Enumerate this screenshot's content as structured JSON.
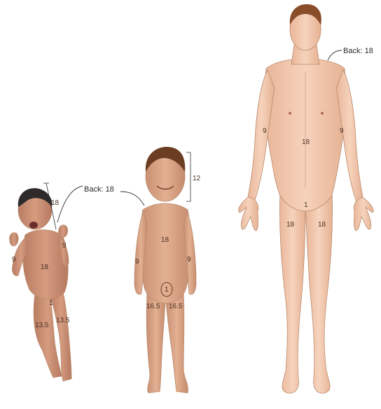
{
  "figures": {
    "infant": {
      "head": "18",
      "trunk_front": "18",
      "left_arm": "9",
      "right_arm": "9",
      "genitals": "1",
      "left_leg": "13.5",
      "right_leg": "13.5",
      "back_label": "Back: 18"
    },
    "child": {
      "head": "12",
      "trunk_front": "18",
      "left_arm": "9",
      "right_arm": "9",
      "genitals": "1",
      "left_leg": "16.5",
      "right_leg": "16.5"
    },
    "adult": {
      "back_label": "Back: 18",
      "trunk_front": "18",
      "left_arm": "9",
      "right_arm": "9",
      "genitals": "1",
      "left_leg": "18",
      "right_leg": "18"
    }
  },
  "colors": {
    "adult_skin": "#f2c8ad",
    "child_skin": "#d9a587",
    "infant_skin": "#c98f73",
    "hair_adult": "#8a4d2a",
    "hair_child": "#6b3d22",
    "hair_infant": "#2e2a2c"
  }
}
